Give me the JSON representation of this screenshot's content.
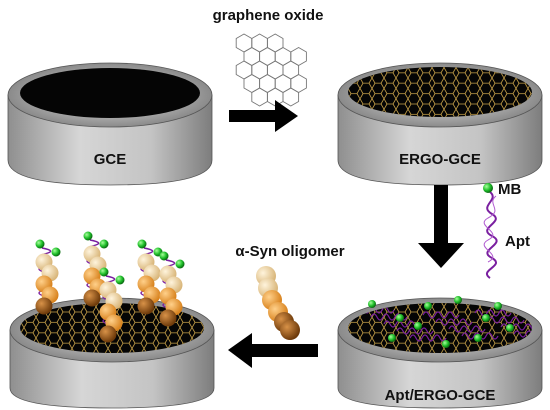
{
  "labels": {
    "graphene_oxide": "graphene oxide",
    "gce": "GCE",
    "ergo_gce": "ERGO-GCE",
    "apt_ergo_gce": "Apt/ERGO-GCE",
    "mb": "MB",
    "apt": "Apt",
    "syn_oligomer": "α-Syn oligomer"
  },
  "colors": {
    "electrode_body": "#bdbdbd",
    "electrode_top": "#9e9e9e",
    "electrode_surface": "#050505",
    "graphene_mesh": "#c8a24a",
    "aptamer": "#7a1fa0",
    "methylene_blue": "#1fbf2a",
    "oligomer_light": "#f2d6a6",
    "oligomer_mid": "#e69a2e",
    "oligomer_dark": "#8a4e12",
    "arrow": "#000000"
  }
}
